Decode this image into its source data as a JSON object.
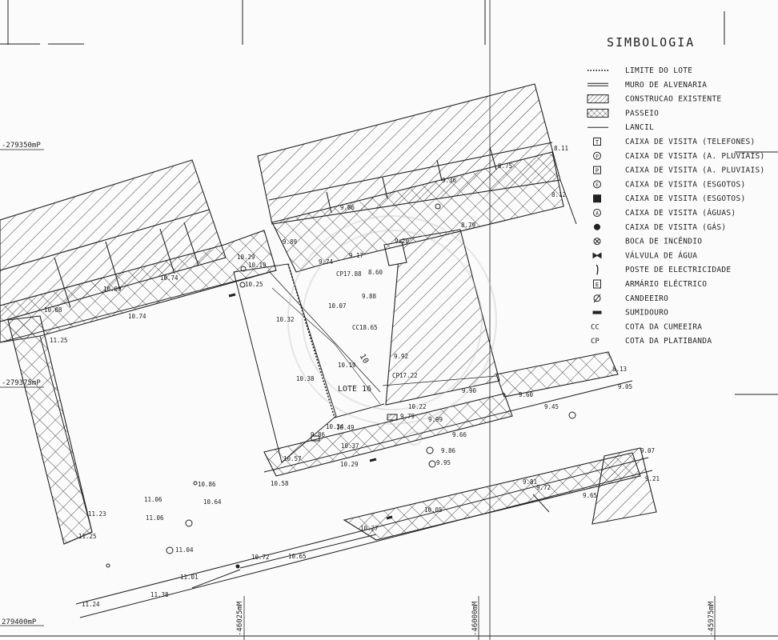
{
  "legend": {
    "title": "SIMBOLOGIA",
    "items": [
      {
        "icon": "dotted-line-icon",
        "label": "LIMITE DO LOTE"
      },
      {
        "icon": "double-line-icon",
        "label": "MURO DE ALVENARIA"
      },
      {
        "icon": "hatch-icon",
        "label": "CONSTRUCAO EXISTENTE"
      },
      {
        "icon": "crosshatch-icon",
        "label": "PASSEIO"
      },
      {
        "icon": "single-line-icon",
        "label": "LANCIL"
      },
      {
        "icon": "t-box-icon",
        "label": "CAIXA DE VISITA (TELEFONES)"
      },
      {
        "icon": "p-circle-icon",
        "label": "CAIXA DE VISITA (A. PLUVIAIS)"
      },
      {
        "icon": "p-square-icon",
        "label": "CAIXA DE VISITA (A. PLUVIAIS)"
      },
      {
        "icon": "e-circle-icon",
        "label": "CAIXA DE VISITA (ESGOTOS)"
      },
      {
        "icon": "filled-square-icon",
        "label": "CAIXA DE VISITA (ESGOTOS)"
      },
      {
        "icon": "a-circle-icon",
        "label": "CAIXA DE VISITA (ÁGUAS)"
      },
      {
        "icon": "filled-circle-icon",
        "label": "CAIXA DE VISITA (GÁS)"
      },
      {
        "icon": "circle-x-icon",
        "label": "BOCA DE INCÊNDIO"
      },
      {
        "icon": "valve-icon",
        "label": "VÁLVULA DE ÁGUA"
      },
      {
        "icon": "pole-icon",
        "label": "POSTE DE ELECTRICIDADE"
      },
      {
        "icon": "e-box-icon",
        "label": "ARMÁRIO ELÉCTRICO"
      },
      {
        "icon": "slash-circle-icon",
        "label": "CANDEEIRO"
      },
      {
        "icon": "drain-icon",
        "label": "SUMIDOURO"
      },
      {
        "icon": "cc-text-icon",
        "label": "COTA DA CUMEEIRA"
      },
      {
        "icon": "cp-text-icon",
        "label": "COTA DA PLATIBANDA"
      }
    ]
  },
  "legend_codes": {
    "cc": "CC",
    "cp": "CP"
  },
  "legend_glyphs": {
    "t": "T",
    "p": "P",
    "e": "E",
    "a": "A"
  },
  "grid_labels": {
    "y1": "-279350mP",
    "y2": "-279375mP",
    "y3": "279400mP",
    "x1": "-46025mM",
    "x2": "-46000mM",
    "x3": "-45975mM"
  },
  "lot": {
    "label": "LOTE 16",
    "number": "10"
  },
  "spot_heights": [
    "8.11",
    "8.75",
    "8.12",
    "9.36",
    "9.06",
    "8.79",
    "9.20",
    "9.17",
    "8.60",
    "9.74",
    "CP17.88",
    "9.88",
    "10.07",
    "CC18.65",
    "9.92",
    "CP17.22",
    "10.32",
    "10.19",
    "10.38",
    "9.89",
    "10.29",
    "10.19",
    "10.25",
    "10.74",
    "10.89",
    "10.08",
    "11.25",
    "10.74",
    "9.79",
    "8.13",
    "9.90",
    "9.60",
    "9.05",
    "9.45",
    "9.66",
    "9.99",
    "10.22",
    "10.49",
    "10.34",
    "10.37",
    "9.86",
    "9.86",
    "9.95",
    "10.57",
    "10.29",
    "10.86",
    "10.64",
    "10.58",
    "11.06",
    "11.23",
    "11.06",
    "11.25",
    "11.04",
    "9.07",
    "9.21",
    "9.81",
    "9.72",
    "9.65",
    "10.05",
    "10.27",
    "10.72",
    "10.65",
    "11.01",
    "11.38",
    "11.24"
  ],
  "colors": {
    "ink": "#222222",
    "paper": "#fbfbfb",
    "watermark": "#d9d9d9"
  }
}
